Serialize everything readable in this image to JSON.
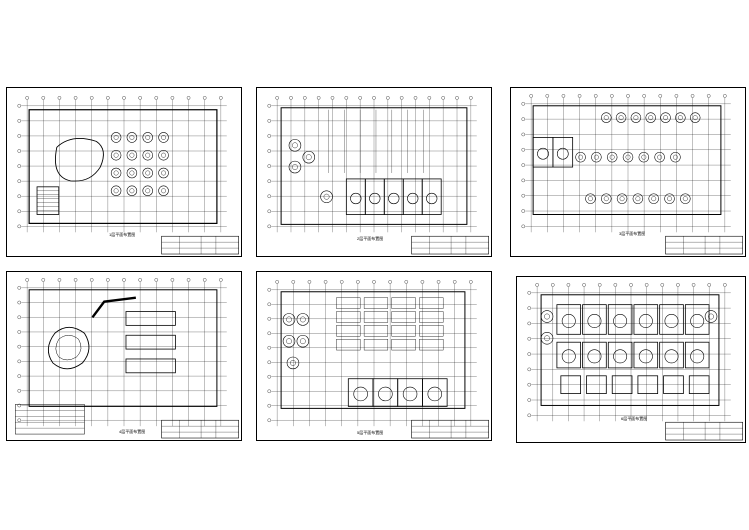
{
  "sheets": [
    {
      "id": 1,
      "caption": "1层平面布置图"
    },
    {
      "id": 2,
      "caption": "2层平面布置图"
    },
    {
      "id": 3,
      "caption": "3层平面布置图"
    },
    {
      "id": 4,
      "caption": "4层平面布置图"
    },
    {
      "id": 5,
      "caption": "5层平面布置图"
    },
    {
      "id": 6,
      "caption": "6层平面布置图"
    }
  ],
  "colors": {
    "line": "#000000",
    "paper": "#ffffff"
  }
}
